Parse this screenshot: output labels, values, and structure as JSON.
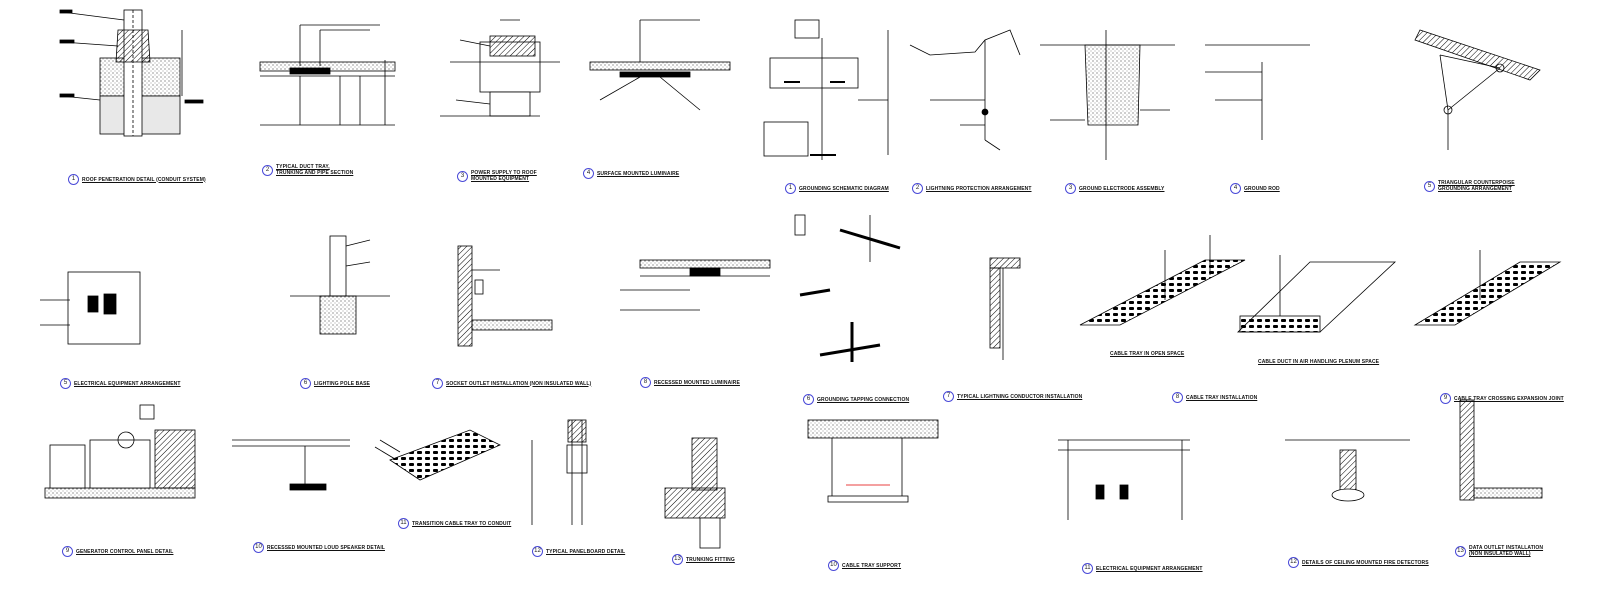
{
  "details": [
    {
      "num": "1",
      "title": "ROOF PENETRATION DETAIL (CONDUIT SYSTEM)"
    },
    {
      "num": "2",
      "title": "TYPICAL DUCT TRAY,\nTRUNKING AND PIPE SECTION"
    },
    {
      "num": "3",
      "title": "POWER SUPPLY TO ROOF\nMOUNTED EQUIPMENT"
    },
    {
      "num": "4",
      "title": "SURFACE MOUNTED LUMINAIRE"
    },
    {
      "num": "1",
      "title": "GROUNDING SCHEMATIC DIAGRAM"
    },
    {
      "num": "2",
      "title": "LIGHTNING PROTECTION ARRANGEMENT"
    },
    {
      "num": "3",
      "title": "GROUND ELECTRODE ASSEMBLY"
    },
    {
      "num": "4",
      "title": "GROUND ROD"
    },
    {
      "num": "5",
      "title": "TRIANGULAR COUNTERPOISE\nGROUNDING ARRANGEMENT"
    },
    {
      "num": "5",
      "title": "ELECTRICAL EQUIPMENT ARRANGEMENT"
    },
    {
      "num": "6",
      "title": "LIGHTING POLE BASE"
    },
    {
      "num": "7",
      "title": "SOCKET OUTLET INSTALLATION (NON INSULATED WALL)"
    },
    {
      "num": "8",
      "title": "RECESSED MOUNTED LUMINAIRE"
    },
    {
      "num": "6",
      "title": "GROUNDING TAPPING CONNECTION"
    },
    {
      "num": "7",
      "title": "TYPICAL LIGHTNING CONDUCTOR INSTALLATION"
    },
    {
      "num": "8",
      "title": "CABLE TRAY INSTALLATION"
    },
    {
      "num": "9",
      "title": "CABLE TRAY CROSSING EXPANSION JOINT"
    },
    {
      "num": "9",
      "title": "GENERATOR CONTROL PANEL DETAIL"
    },
    {
      "num": "10",
      "title": "RECESSED MOUNTED LOUD SPEAKER DETAIL"
    },
    {
      "num": "11",
      "title": "TRANSITION CABLE TRAY TO CONDUIT"
    },
    {
      "num": "12",
      "title": "TYPICAL PANELBOARD DETAIL"
    },
    {
      "num": "13",
      "title": "TRUNKING FITTING"
    },
    {
      "num": "10",
      "title": "CABLE TRAY SUPPORT"
    },
    {
      "num": "11",
      "title": "ELECTRICAL EQUIPMENT ARRANGEMENT"
    },
    {
      "num": "12",
      "title": "DETAILS OF CEILING MOUNTED FIRE DETECTORS"
    },
    {
      "num": "13",
      "title": "DATA OUTLET INSTALLATION\n(NON INSULATED WALL)"
    }
  ],
  "sublabels": {
    "open_space": "CABLE TRAY IN OPEN SPACE",
    "plenum": "CABLE DUCT IN AIR HANDLING PLENUM SPACE"
  }
}
